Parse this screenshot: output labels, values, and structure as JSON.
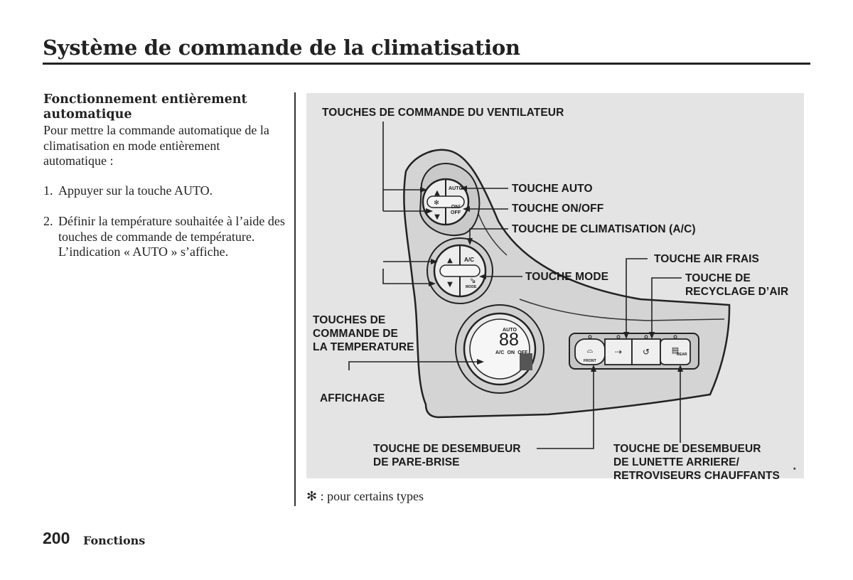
{
  "header": {
    "title": "Système de commande de la climatisation"
  },
  "left_column": {
    "heading": "Fonctionnement entièrement automatique",
    "intro": "Pour mettre la commande automatique de la climatisation en mode entièrement automatique :",
    "steps": [
      {
        "num": "1.",
        "text": "Appuyer sur la touche AUTO."
      },
      {
        "num": "2.",
        "text": "Définir la température souhaitée à l’aide des touches de commande de température. L’indication « AUTO » s’affiche."
      }
    ]
  },
  "diagram": {
    "labels": {
      "fan_buttons": "TOUCHES DE COMMANDE DU VENTILATEUR",
      "auto_button": "TOUCHE AUTO",
      "onoff_button": "TOUCHE ON/OFF",
      "ac_button": "TOUCHE DE CLIMATISATION (A/C)",
      "fresh_air_button": "TOUCHE AIR FRAIS",
      "recirc_button": "TOUCHE DE\nRECYCLAGE D’AIR",
      "mode_button": "TOUCHE MODE",
      "temp_buttons": "TOUCHES DE\nCOMMANDE DE\nLA TEMPERATURE",
      "display": "AFFICHAGE",
      "windshield_defrost": "TOUCHE DE DESEMBUEUR\nDE PARE-BRISE",
      "rear_defrost": "TOUCHE DE DESEMBUEUR\nDE LUNETTE ARRIERE/\nRETROVISEURS CHAUFFANTS",
      "rear_defrost_mark": "*"
    },
    "device_text": {
      "auto": "AUTO",
      "on_off": "ON/\nOFF",
      "ac": "A/C",
      "mode": "MODE",
      "display_auto": "AUTO",
      "display_digits": "88",
      "display_status": "A/C  ON  OFF",
      "front": "FRONT",
      "rear": "REAR"
    }
  },
  "footnote": "✻ : pour certains types",
  "footer": {
    "page_number": "200",
    "section": "Fonctions"
  }
}
